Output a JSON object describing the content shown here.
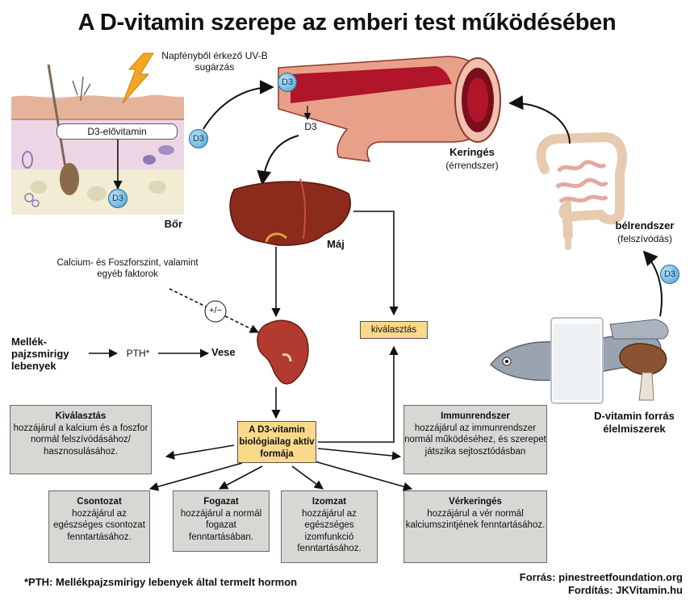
{
  "title": "A D-vitamin szerepe az emberi test működésében",
  "labels": {
    "sunlight": "Napfényből érkező UV-B sugárzás",
    "skin_precursor": "D3-elővitamin",
    "skin": "Bőr",
    "d3_token": "D3",
    "circulation_title": "Keringés",
    "circulation_sub": "(érrendszer)",
    "liver": "Máj",
    "calcium_factors": "Calcium- és Foszforszint, valamint egyéb faktorok",
    "plus_minus": "+/−",
    "parathyroid": "Mellék-pajzsmirigy lebenyek",
    "pth": "PTH*",
    "kidney": "Vese",
    "excretion_box": "kiválasztás",
    "intestine_title": "bélrendszer",
    "intestine_sub": "(felszívódás)",
    "food_sources": "D-vitamin forrás élelmiszerek",
    "active_form": "A D3-vitamin biológiailag aktív formája"
  },
  "effect_boxes": {
    "excretion": {
      "heading": "Kiválasztás",
      "text": "hozzájárul a kalcium és a foszfor normál felszívódásához/ hasznosulásához."
    },
    "immune": {
      "heading": "Immunrendszer",
      "text": "hozzájárul az immunrendszer normál működéséhez, és szerepet játszika sejtosztódásban"
    },
    "bone": {
      "heading": "Csontozat",
      "text": "hozzájárul az egészséges csontozat fenntartásához."
    },
    "teeth": {
      "heading": "Fogazat",
      "text": "hozzájárul a normál fogazat fenntartásában."
    },
    "muscle": {
      "heading": "Izomzat",
      "text": "hozzájárul az egészséges izomfunkció fenntartásához."
    },
    "blood": {
      "heading": "Vérkeringés",
      "text": "hozzájárul a vér normál kalciumszintjének fenntartásához."
    }
  },
  "footnote": "*PTH: Mellékpajzsmirigy lebenyek által termelt hormon",
  "credits": {
    "source": "Forrás: pinestreetfoundation.org",
    "translation": "Fordítás: JKVitamin.hu"
  },
  "colors": {
    "vessel_outer": "#e8a089",
    "vessel_inner": "#b0152a",
    "liver": "#8c2a1c",
    "kidney": "#b23a2e",
    "box_gray": "#d9d7d4",
    "box_yellow": "#fbd98b",
    "d3_blue": "#4a9fd4"
  }
}
